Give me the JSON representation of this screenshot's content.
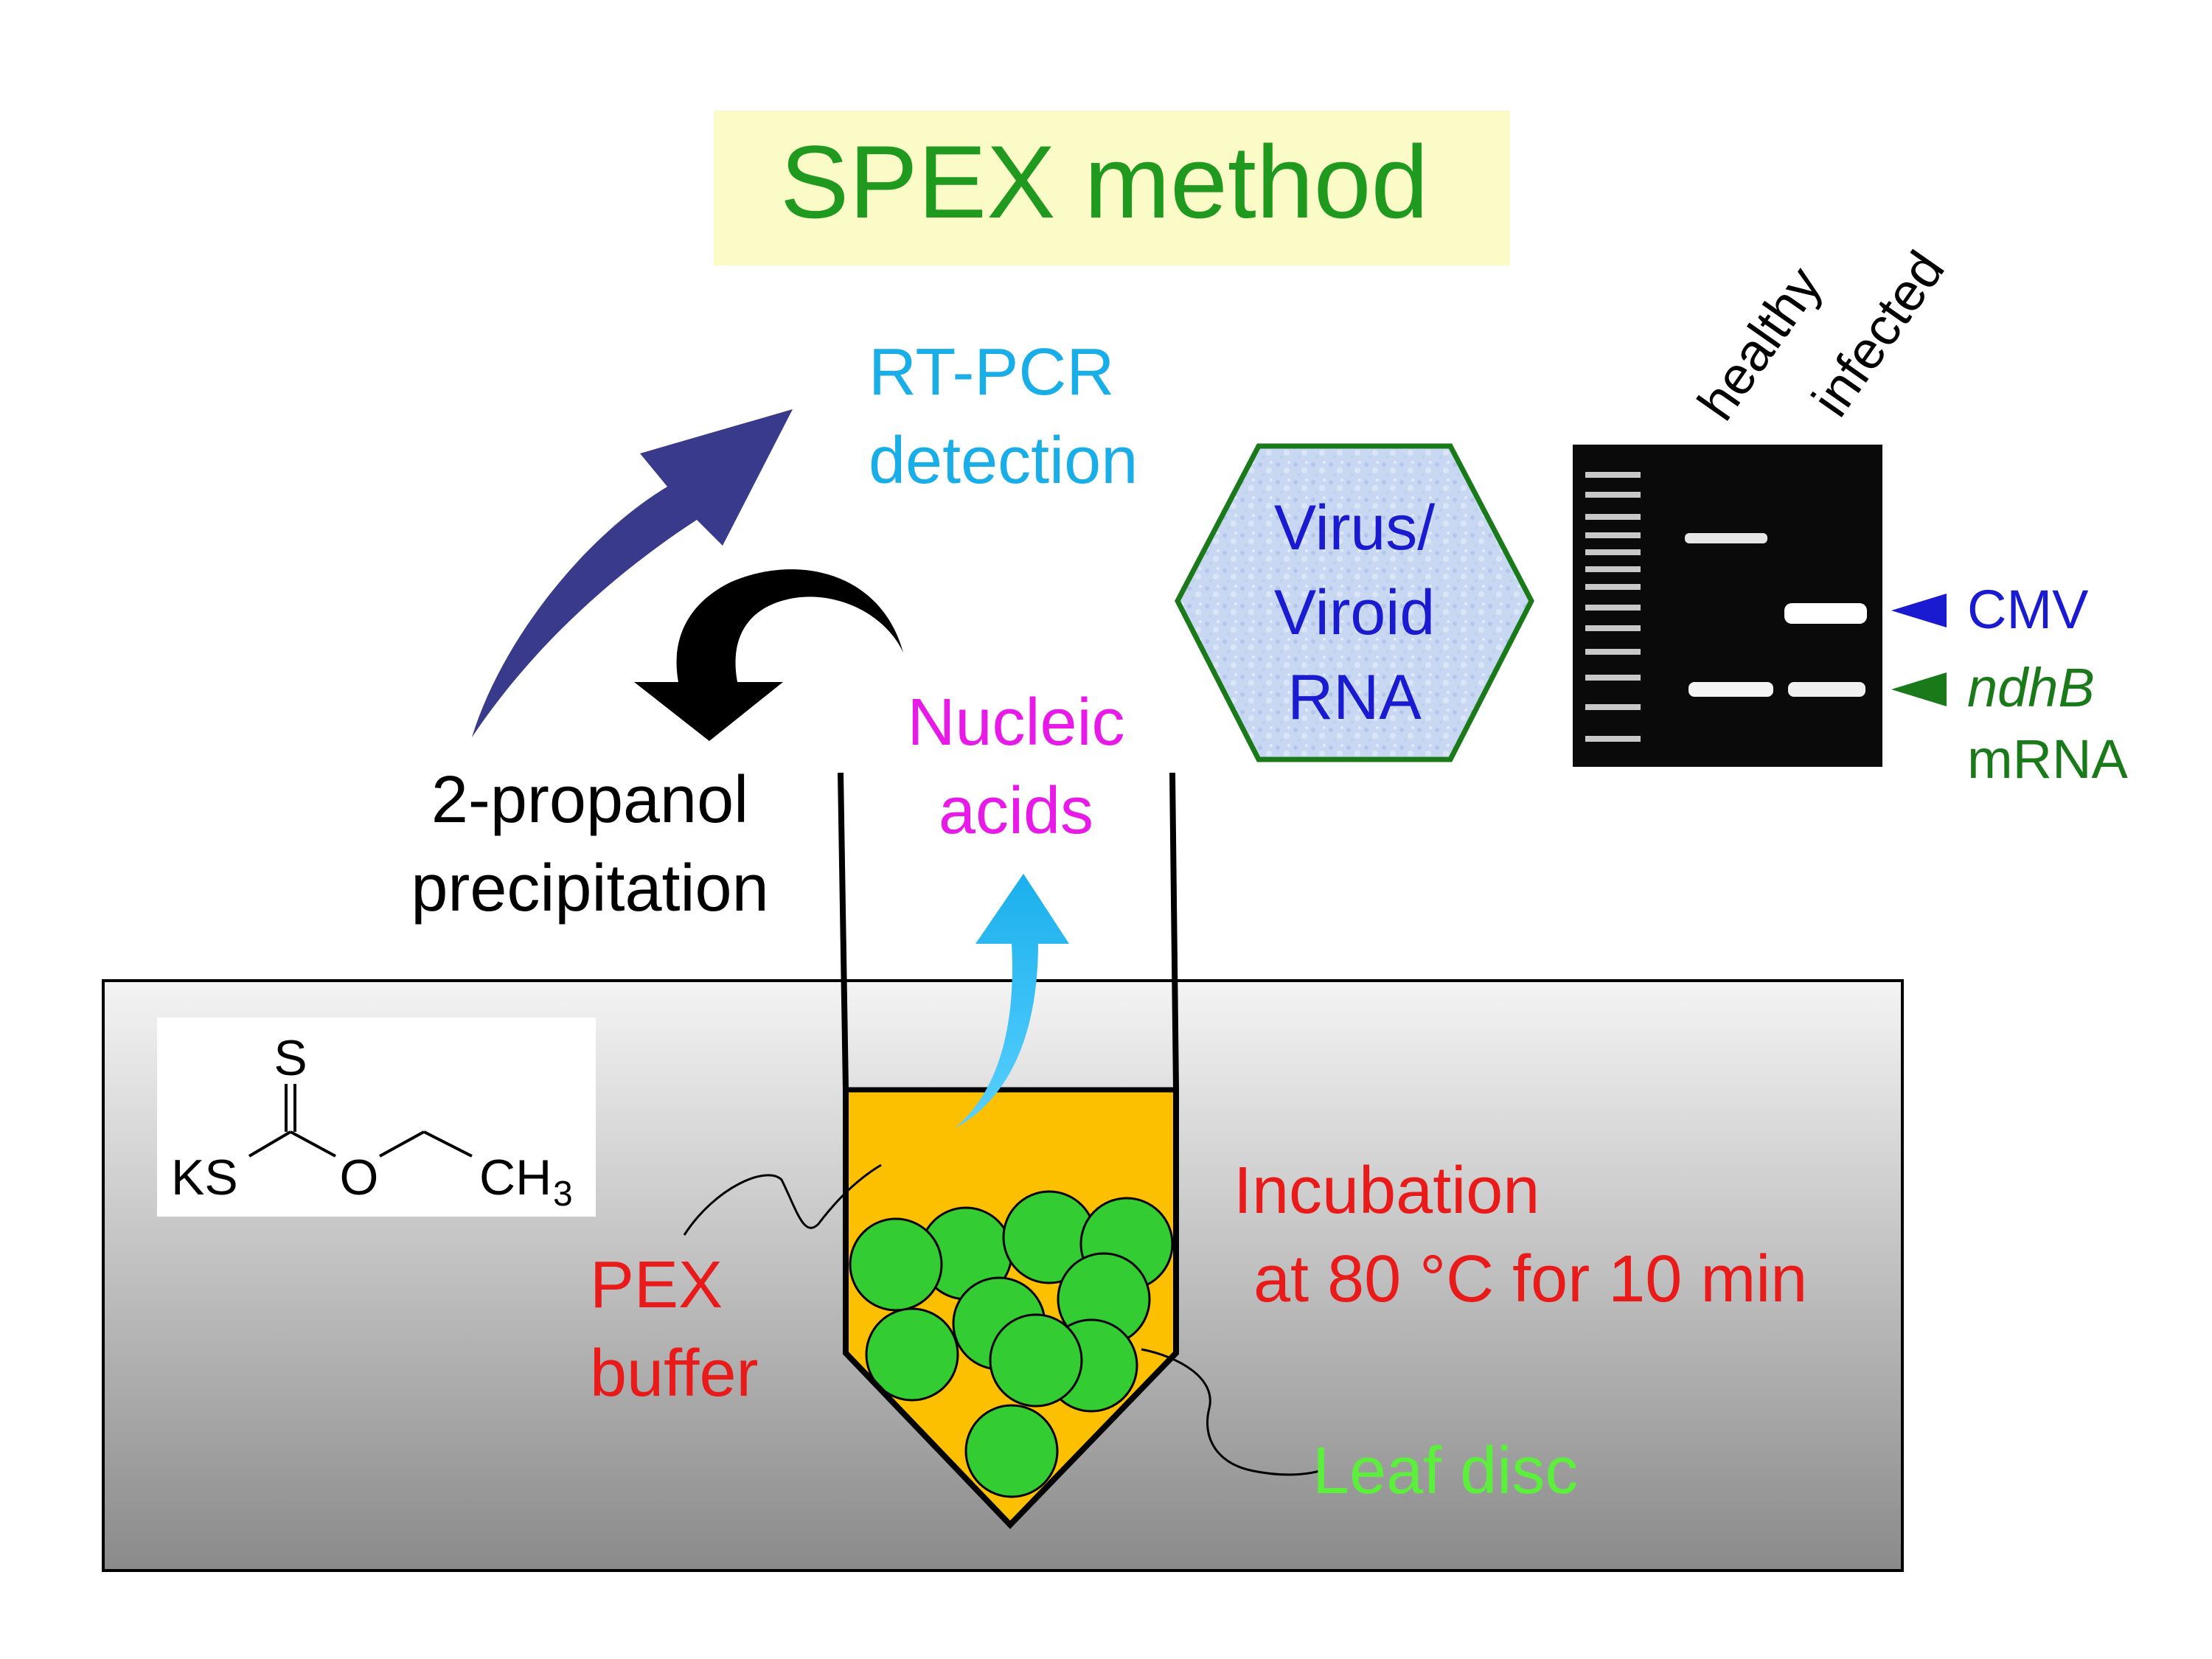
{
  "title": "SPEX method",
  "rtpcr": {
    "line1": "RT-PCR",
    "line2": "detection"
  },
  "hexagon": {
    "line1": "Virus/",
    "line2": "Viroid",
    "line3": "RNA"
  },
  "gel": {
    "lanes": [
      "healthy",
      "infected"
    ],
    "labels": {
      "cmv": "CMV",
      "ndhb": "ndhB",
      "mrna": "mRNA"
    }
  },
  "propanol": {
    "line1": "2-propanol",
    "line2": "precipitation"
  },
  "nucleic": {
    "line1": "Nucleic",
    "line2": "acids"
  },
  "pex": {
    "line1": "PEX",
    "line2": "buffer"
  },
  "incubation": {
    "line1": "Incubation",
    "line2": "at 80 °C for 10 min"
  },
  "leaf_disc": "Leaf disc",
  "molecule": {
    "atom_s": "S",
    "atom_ks": "KS",
    "atom_o": "O",
    "atom_ch": "CH",
    "atom_3": "3"
  },
  "colors": {
    "title_green": "#1f9a1f",
    "title_bg": "#fbfbc8",
    "cyan": "#1aaee8",
    "blue": "#1a1ad0",
    "dark_green": "#1a7a1a",
    "magenta": "#e81ae8",
    "red": "#e81a1a",
    "light_green": "#5cf03c",
    "buffer_orange": "#fcc000",
    "disc_green": "#33cc33",
    "arrow_navy": "#3a3a8c"
  }
}
